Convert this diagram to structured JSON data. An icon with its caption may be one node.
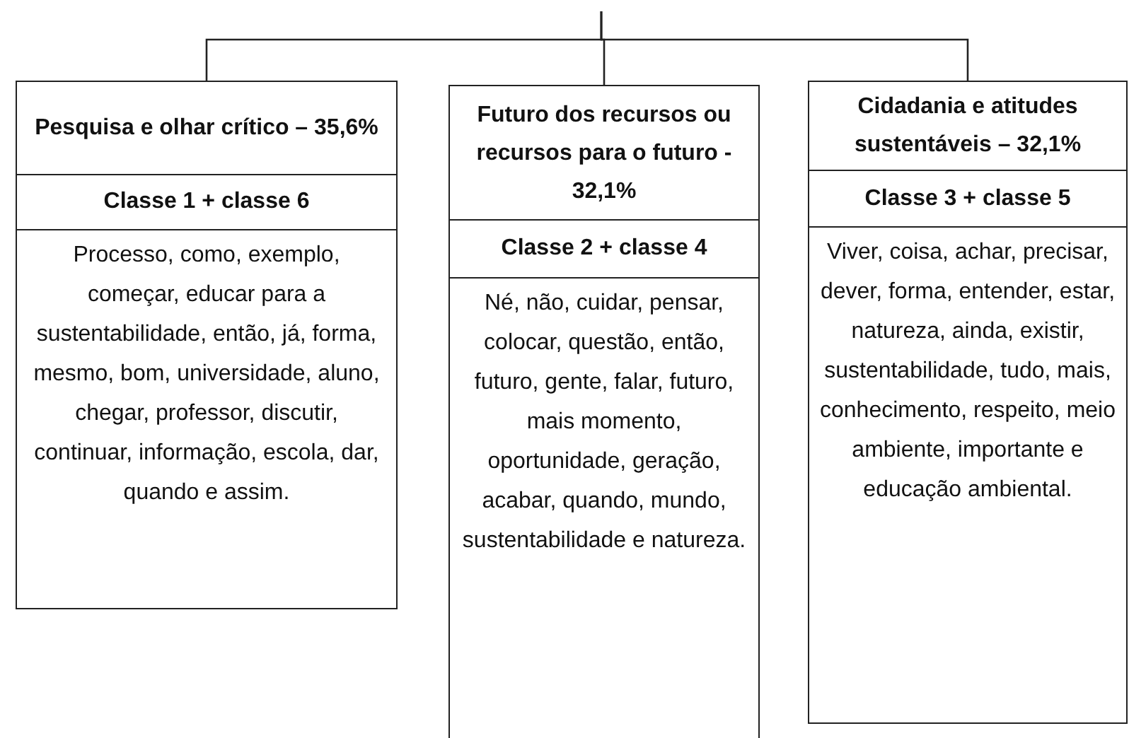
{
  "diagram": {
    "nodes": [
      {
        "text": [
          "Pesquisa e olhar crítico – 35,6%"
        ]
      },
      {
        "text": [
          "Classe 1 + classe 6"
        ]
      },
      {
        "text": [
          "Processo, como, exemplo, começar, educar para a sustentabilidade, então, já, forma, mesmo, bom, universidade, aluno, chegar, professor, discutir, continuar, informação, escola, dar, quando e assim."
        ]
      },
      {
        "text": [
          "Futuro dos recursos ou recursos para o futuro - 32,1%"
        ]
      },
      {
        "text": [
          "Classe 2 + classe 4"
        ]
      },
      {
        "text": [
          "Né, não, cuidar, pensar, colocar, questão, então, futuro, gente, falar, futuro, mais momento, oportunidade, geração, acabar, quando, mundo, sustentabilidade e natureza."
        ]
      },
      {
        "text": [
          "Cidadania e atitudes sustentáveis – 32,1%"
        ]
      },
      {
        "text": [
          "Classe 3 + classe 5"
        ]
      },
      {
        "text": [
          "Viver, coisa, achar, precisar, dever, forma, entender, estar, natureza, ainda, existir, sustentabilidade, tudo, mais, conhecimento, respeito, meio ambiente, importante e educação ambiental."
        ]
      }
    ],
    "edges": [
      {
        "from": null,
        "to": 0,
        "arrow": "none"
      },
      {
        "from": null,
        "to": 3,
        "arrow": "none"
      },
      {
        "from": null,
        "to": 6,
        "arrow": "none"
      }
    ]
  }
}
